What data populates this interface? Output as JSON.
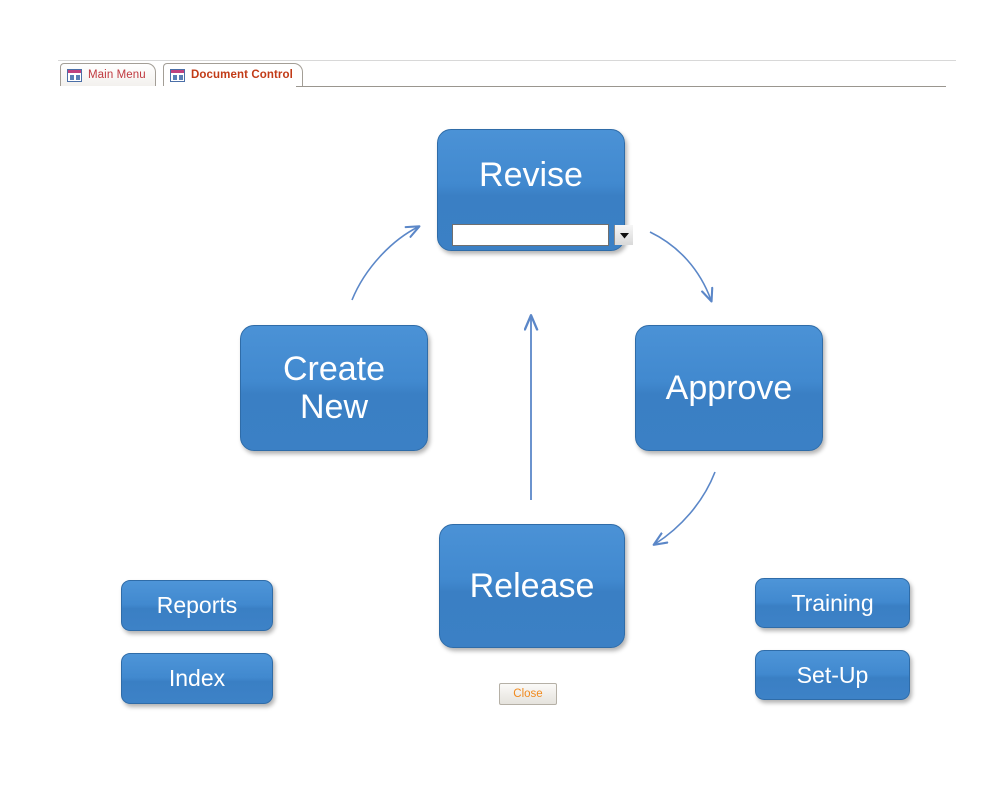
{
  "window": {
    "background_color": "#ffffff",
    "accent_blue": "#3f86cb",
    "tab_text_color": "#c0393f",
    "active_tab_text_color": "#c23b17",
    "close_text_color": "#f08a1e"
  },
  "tabs": [
    {
      "label": "Main Menu",
      "icon": "form-icon",
      "active": false
    },
    {
      "label": "Document Control",
      "icon": "form-icon",
      "active": true
    }
  ],
  "process": {
    "nodes": [
      {
        "id": "revise",
        "label": "Revise"
      },
      {
        "id": "create_new",
        "label": "Create\nNew",
        "line1": "Create",
        "line2": "New"
      },
      {
        "id": "approve",
        "label": "Approve"
      },
      {
        "id": "release",
        "label": "Release"
      }
    ],
    "revise_combo": {
      "value": "",
      "placeholder": "",
      "arrow_icon": "chevron-down-icon"
    },
    "arrows": [
      {
        "from": "create_new",
        "to": "revise",
        "style": "curved",
        "direction": "up-right"
      },
      {
        "from": "revise",
        "to": "approve",
        "style": "curved",
        "direction": "down-right"
      },
      {
        "from": "approve",
        "to": "release",
        "style": "curved",
        "direction": "down-left"
      },
      {
        "from": "release",
        "to": "revise",
        "style": "straight",
        "direction": "up"
      }
    ]
  },
  "side_buttons": {
    "left": [
      {
        "id": "reports",
        "label": "Reports"
      },
      {
        "id": "index",
        "label": "Index"
      }
    ],
    "right": [
      {
        "id": "training",
        "label": "Training"
      },
      {
        "id": "setup",
        "label": "Set-Up"
      }
    ]
  },
  "footer": {
    "close_label": "Close"
  }
}
